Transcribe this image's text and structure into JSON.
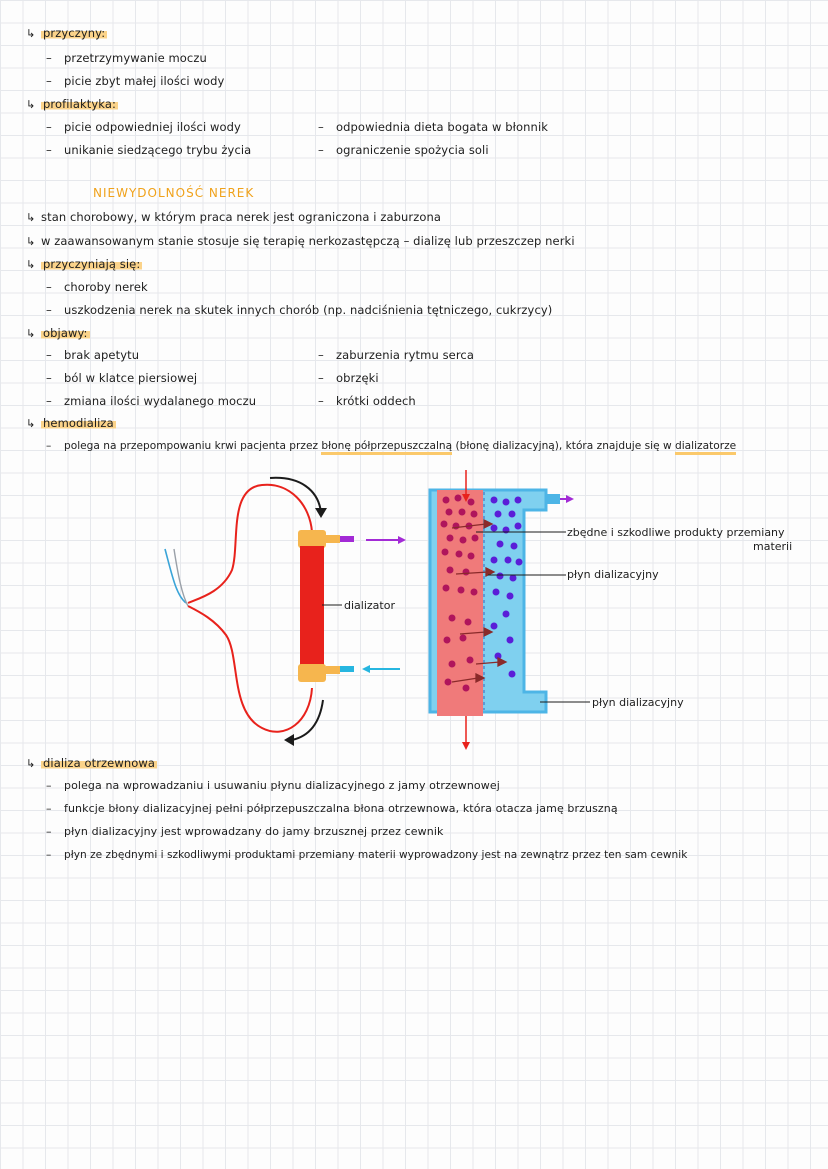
{
  "causes": {
    "header": "przyczyny:",
    "items": [
      "przetrzymywanie moczu",
      "picie zbyt małej ilości wody"
    ]
  },
  "prevention": {
    "header": "profilaktyka:",
    "left": [
      "picie odpowiedniej ilości wody",
      "unikanie siedzącego trybu życia"
    ],
    "right": [
      "odpowiednia dieta bogata w błonnik",
      "ograniczenie spożycia soli"
    ]
  },
  "section_title": "NIEWYDOLNOŚĆ NEREK",
  "definition": "stan chorobowy, w którym praca nerek jest ograniczona i zaburzona",
  "advanced": "w zaawansowanym stanie stosuje się terapię nerkozastępczą – dializę lub przeszczep nerki",
  "contributing": {
    "header": "przyczyniają się:",
    "items": [
      "choroby nerek",
      "uszkodzenia nerek na skutek innych chorób (np. nadciśnienia tętniczego, cukrzycy)"
    ]
  },
  "symptoms": {
    "header": "objawy:",
    "left": [
      "brak apetytu",
      "ból w klatce piersiowej",
      "zmiana ilości wydalanego moczu"
    ],
    "right": [
      "zaburzenia rytmu serca",
      "obrzęki",
      "krótki oddech"
    ]
  },
  "hemodialysis": {
    "header": "hemodializa",
    "desc_a": "polega na przepompowaniu krwi pacjenta przez ",
    "desc_b": "błonę półprzepuszczalną",
    "desc_c": " (błonę dializacyjną), która znajduje się w ",
    "desc_d": "dializatorze"
  },
  "diagram": {
    "dialyzer": "dializator",
    "waste_1": "zbędne i szkodliwe produkty przemiany",
    "waste_2": "materii",
    "fluid_1": "płyn dializacyjny",
    "fluid_2": "płyn dializacyjny",
    "colors": {
      "blood": "#e8221c",
      "membrane_blood": "#f07a7a",
      "fluid": "#7fd0ef",
      "dots_red": "#b0155c",
      "dots_blue": "#5a1ed8",
      "purple": "#a32bd6",
      "cyan": "#27b6e0",
      "connector": "#f6b64e"
    }
  },
  "peritoneal": {
    "header": "dializa otrzewnowa",
    "items": [
      "polega na wprowadzaniu i usuwaniu płynu dializacyjnego z jamy otrzewnowej",
      "funkcje błony dializacyjnej pełni półprzepuszczalna błona otrzewnowa, która otacza jamę brzuszną",
      "płyn dializacyjny jest wprowadzany do jamy brzusznej przez cewnik",
      "płyn ze zbędnymi i szkodliwymi produktami przemiany materii wyprowadzony jest na zewnątrz przez ten sam cewnik"
    ]
  }
}
